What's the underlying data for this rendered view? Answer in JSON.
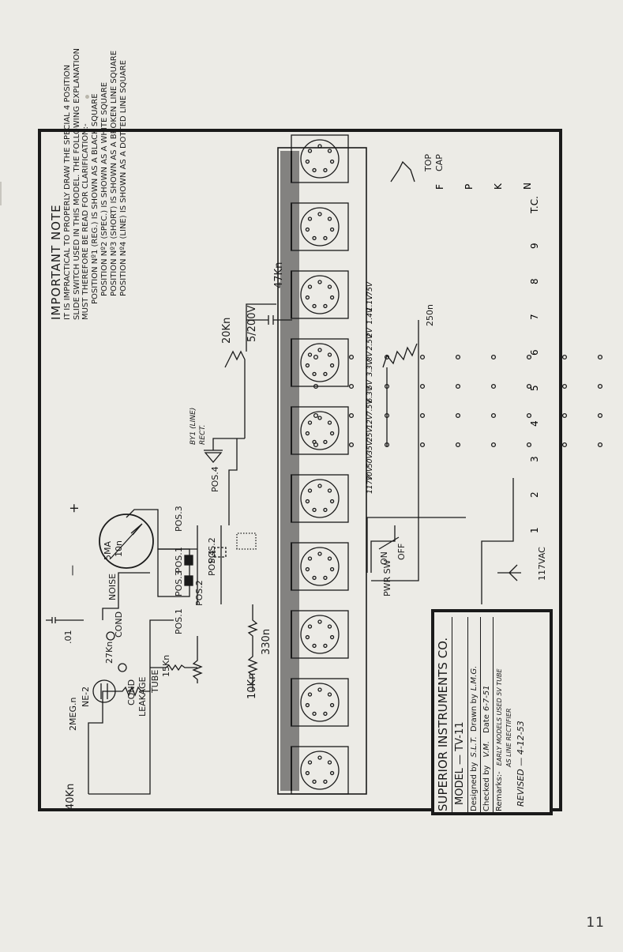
{
  "page_number": "11",
  "note": {
    "title": "IMPORTANT NOTE",
    "lines": [
      "IT IS IMPRACTICAL TO PROPERLY DRAW THE SPECIAL 4 POSITION",
      "SLIDE SWITCH USED IN THIS MODEL. THE FOLLOWING EXPLANATION",
      "MUST THEREFORE BE READ FOR CLARIFICATION:-",
      "POSITION Nº1 (REG.) IS SHOWN AS A BLACK SQUARE",
      "POSITION Nº2 (SPEC.) IS SHOWN AS A WHITE SQUARE",
      "POSITION Nº3 (SHORT) IS SHOWN AS A BROKEN LINE SQUARE",
      "POSITION Nº4 (LINE) IS SHOWN AS A DOTTED LINE SQUARE"
    ]
  },
  "labels": {
    "r40k": "40Kn",
    "r2meg": "2MEG.n",
    "ne2": "NE-2",
    "cap01": ".01",
    "r27k": "27Kn",
    "cond_top": "COND",
    "noise": "NOISE",
    "meter": "5MA",
    "meter_r": "10n",
    "plus": "+",
    "minus": "—",
    "cond_bottom": "COND",
    "leakage": "LEAKAGE",
    "tube": "TUBE",
    "r15k": "15Kn",
    "pos1_a": "POS.1",
    "pos2_a": "POS.2",
    "pos3_b": "POS.3",
    "pos1_b": "POS.1",
    "pos4_b": "POS.4",
    "pos2_b": "POS.2",
    "pos3_c": "POS.3",
    "pos4_c": "POS.4",
    "rect_line1": "BY1 (LINE)",
    "rect_line2": "RECT.",
    "r20k": "20Kn",
    "cap5": "5/200V",
    "r47k": "47Kn",
    "r10k": "10Kn",
    "r330": "330n",
    "pwr_sw": "PWR SW",
    "on": "ON",
    "off": "OFF",
    "vac": "117VAC",
    "pot250": "250n",
    "top_cap_1": "TOP",
    "top_cap_2": "CAP"
  },
  "voltages": [
    "117V",
    "70V",
    "50V",
    "35V",
    "25V",
    "12V",
    "7.5V",
    "6.3V",
    "5V",
    "3.3V",
    ".8V",
    "2.5V",
    "2V",
    "1.4V",
    "1.1V",
    ".75V"
  ],
  "switch_letters": [
    "F",
    "P",
    "K",
    "N"
  ],
  "terminal_numbers": [
    "1",
    "2",
    "3",
    "4",
    "5",
    "6",
    "7",
    "8",
    "9",
    "T.C."
  ],
  "title_block": {
    "company": "SUPERIOR INSTRUMENTS CO.",
    "model": "MODEL — TV-11",
    "designed_label": "Designed by",
    "designed_value": "S.L.T.",
    "drawn_label": "Drawn by",
    "drawn_value": "L.M.G.",
    "checked_label": "Checked by",
    "checked_value": "V.M.",
    "date_label": "Date",
    "date_value": "6-7-51",
    "remarks_label": "Remarks:-",
    "remarks_line1": "EARLY MODELS USED 5V TUBE",
    "remarks_line2": "AS LINE RECTIFIER",
    "revised": "REVISED — 4-12-53"
  },
  "colors": {
    "paper": "#ecebe6",
    "ink": "#1a1a1a",
    "box": "#222222"
  }
}
